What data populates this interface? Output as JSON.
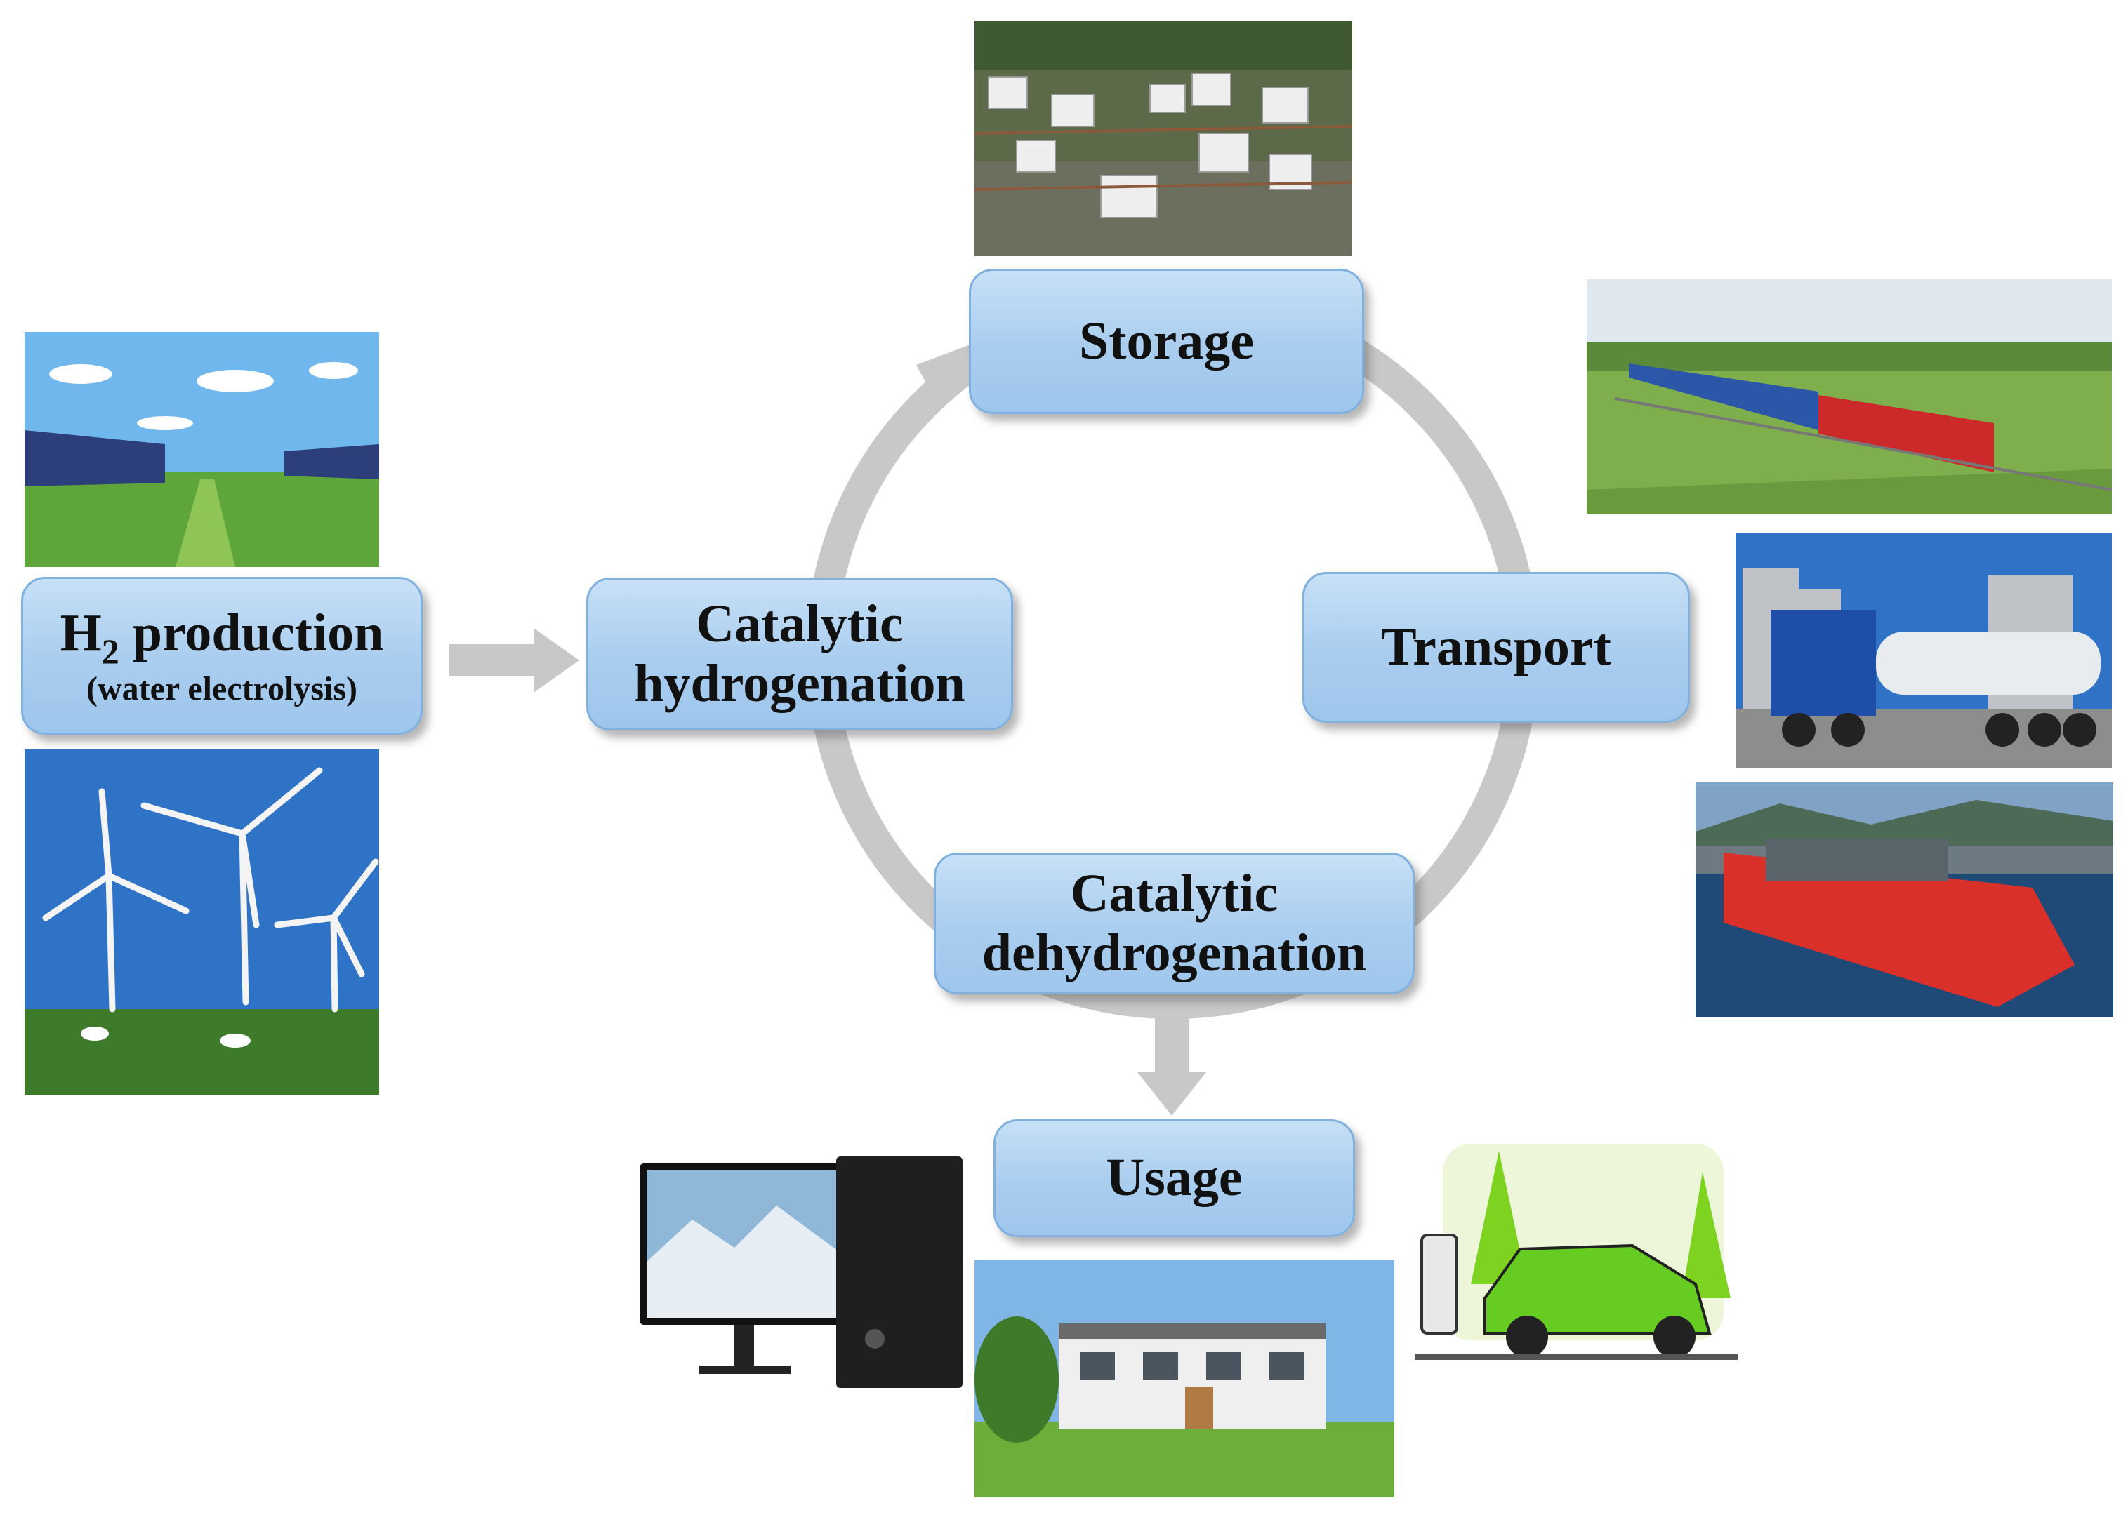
{
  "nodes": {
    "storage": "Storage",
    "transport": "Transport",
    "usage": "Usage",
    "hydrogenation": {
      "line1": "Catalytic",
      "line2": "hydrogenation"
    },
    "dehydrogenation": {
      "line1": "Catalytic",
      "line2": "dehydrogenation"
    },
    "production": {
      "prefix": "H",
      "subscript": "2",
      "suffix": " production",
      "note": "(water electrolysis)"
    }
  },
  "colors": {
    "node_fill": "#a9cdef",
    "node_border": "#7fb0de",
    "arrow": "#c8c8c8"
  },
  "icons": [
    "oil-storage-tanks",
    "freight-train",
    "tanker-truck",
    "tanker-ship",
    "solar-panels",
    "wind-turbines",
    "desktop-computer",
    "houses",
    "electric-car-charging"
  ]
}
